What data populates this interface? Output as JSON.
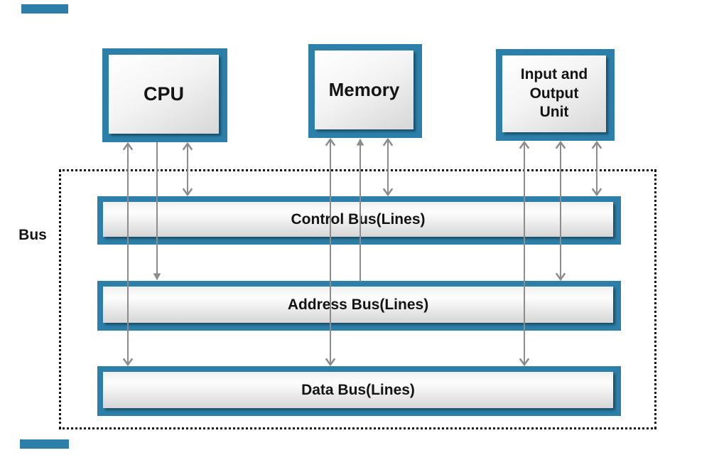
{
  "bus_group_label": "Bus",
  "components": {
    "cpu": {
      "label": "CPU"
    },
    "memory": {
      "label": "Memory"
    },
    "io": {
      "label": "Input and Output Unit",
      "label_lines": [
        "Input and",
        "Output",
        "Unit"
      ]
    }
  },
  "buses": {
    "control": {
      "label": "Control Bus(Lines)"
    },
    "address": {
      "label": "Address Bus(Lines)"
    },
    "data": {
      "label": "Data Bus(Lines)"
    }
  },
  "connections": [
    {
      "from": "CPU",
      "to": "Data Bus(Lines)",
      "direction": "bidirectional"
    },
    {
      "from": "CPU",
      "to": "Address Bus(Lines)",
      "direction": "component-to-bus"
    },
    {
      "from": "CPU",
      "to": "Control Bus(Lines)",
      "direction": "bidirectional"
    },
    {
      "from": "Memory",
      "to": "Data Bus(Lines)",
      "direction": "bidirectional"
    },
    {
      "from": "Address Bus(Lines)",
      "to": "Memory",
      "direction": "bus-to-component"
    },
    {
      "from": "Memory",
      "to": "Control Bus(Lines)",
      "direction": "bidirectional"
    },
    {
      "from": "Input and Output Unit",
      "to": "Data Bus(Lines)",
      "direction": "bidirectional"
    },
    {
      "from": "Input and Output Unit",
      "to": "Address Bus(Lines)",
      "direction": "bidirectional"
    },
    {
      "from": "Input and Output Unit",
      "to": "Control Bus(Lines)",
      "direction": "bidirectional"
    }
  ],
  "colors": {
    "accent_teal": "#2b7fa8",
    "arrow_gray": "#8c8c8c",
    "text": "#141414"
  }
}
